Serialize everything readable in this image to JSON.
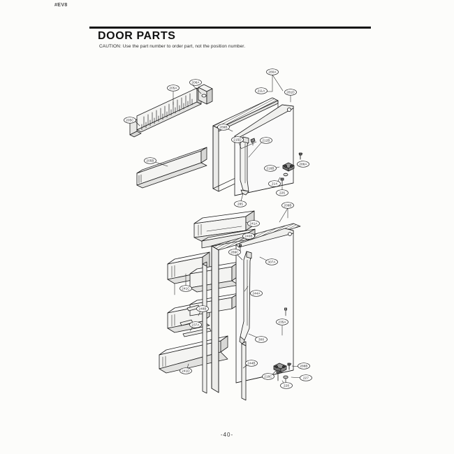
{
  "document": {
    "code": "#EV8",
    "title": "DOOR PARTS",
    "caution": "CAUTION: Use the part number to order part, not the position number.",
    "page_number": "-40-"
  },
  "colors": {
    "line": "#1a1a1a",
    "fill_light": "#f4f4f2",
    "fill_mid": "#e2e2e0",
    "fill_dark": "#cfcfcd",
    "paper": "#fcfcfa"
  },
  "diagram": {
    "type": "exploded-isometric-parts-diagram",
    "assemblies": [
      {
        "name": "upper-freezer-door-assembly",
        "parts": [
          {
            "id": "can-rack",
            "callout": "205A"
          },
          {
            "id": "rack-end-cap",
            "callout": "205C"
          },
          {
            "id": "rack-retainer",
            "callout": "206A"
          },
          {
            "id": "door-basket",
            "callout": "205B"
          },
          {
            "id": "door-gasket",
            "callout": "289B"
          },
          {
            "id": "door-liner",
            "callout": "280A"
          },
          {
            "id": "door-foam-panel",
            "callout": "211A"
          },
          {
            "id": "door-outer-panel",
            "callout": "281D"
          },
          {
            "id": "handle-upper-screw",
            "callout": "215D"
          },
          {
            "id": "door-handle-upper",
            "callout": "212B"
          },
          {
            "id": "handle-lower-cap",
            "callout": "285"
          },
          {
            "id": "hinge-pin",
            "callout": "288A"
          },
          {
            "id": "hinge-bracket",
            "callout": "216B"
          },
          {
            "id": "hinge-washer",
            "callout": "214"
          },
          {
            "id": "hinge-screw",
            "callout": "226"
          }
        ]
      },
      {
        "name": "lower-refrigerator-door-assembly",
        "parts": [
          {
            "id": "upper-door-bin",
            "callout": "241A"
          },
          {
            "id": "bin-cover",
            "callout": "240B"
          },
          {
            "id": "dairy-bin",
            "callout": "241C"
          },
          {
            "id": "bin-rail-upper",
            "callout": "248B"
          },
          {
            "id": "bin-rail-lower",
            "callout": "237A"
          },
          {
            "id": "bottom-bin",
            "callout": "241D"
          },
          {
            "id": "door-gasket-lower",
            "callout": "289C"
          },
          {
            "id": "door-liner-lower",
            "callout": "209B"
          },
          {
            "id": "door-outer-lower",
            "callout": "244A"
          },
          {
            "id": "handle-screw-lower",
            "callout": "307A"
          },
          {
            "id": "door-handle-lower",
            "callout": "244B"
          },
          {
            "id": "handle-end-cap",
            "callout": "308"
          },
          {
            "id": "door-stopper",
            "callout": "235A"
          },
          {
            "id": "hinge-pin-lower",
            "callout": "288B"
          },
          {
            "id": "hinge-bracket-lower",
            "callout": "216C"
          },
          {
            "id": "hinge-bushing",
            "callout": "227"
          },
          {
            "id": "hinge-screw-lower",
            "callout": "228"
          }
        ]
      }
    ]
  }
}
